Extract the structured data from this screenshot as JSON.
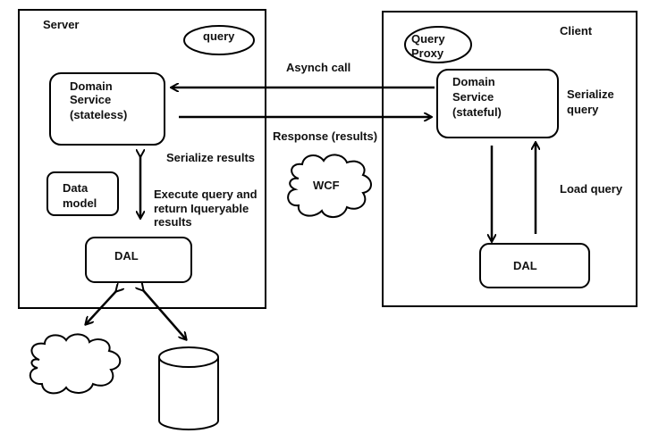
{
  "server": {
    "title": "Server",
    "query_label": "query",
    "domain_service": [
      "Domain",
      "Service",
      "(stateless)"
    ],
    "data_model": [
      "Data",
      "model"
    ],
    "dal": "DAL"
  },
  "client": {
    "title": "Client",
    "query_proxy": [
      "Query",
      "Proxy"
    ],
    "domain_service": [
      "Domain",
      "Service",
      "(stateful)"
    ],
    "serialize_query": [
      "Serialize",
      "query"
    ],
    "load_query": "Load query",
    "dal": "DAL"
  },
  "connections": {
    "async_call": "Asynch call",
    "response": "Response  (results)",
    "wcf": "WCF",
    "serialize_results": "Serialize results",
    "execute_query": [
      "Execute query and",
      "return Iqueryable",
      "results"
    ]
  }
}
